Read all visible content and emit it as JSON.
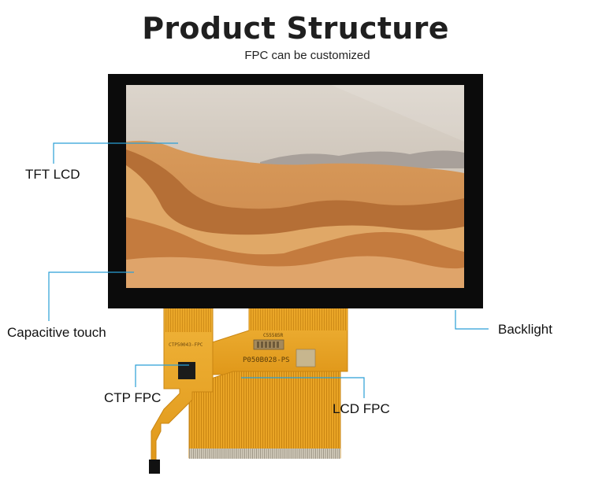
{
  "header": {
    "title": "Product Structure",
    "subtitle": "FPC can be customized"
  },
  "labels": {
    "tft_lcd": "TFT LCD",
    "capacitive_touch": "Capacitive touch",
    "backlight": "Backlight",
    "ctp_fpc": "CTP FPC",
    "lcd_fpc": "LCD FPC"
  },
  "fpc_prints": {
    "ctp_part": "CTP50043-FPC",
    "lcd_part": "P050B028-PS",
    "lcd_code": "C55585R"
  },
  "colors": {
    "leader_line": "#2a9fd6",
    "bezel": "#0b0b0b",
    "fpc": "#e8a21c"
  }
}
